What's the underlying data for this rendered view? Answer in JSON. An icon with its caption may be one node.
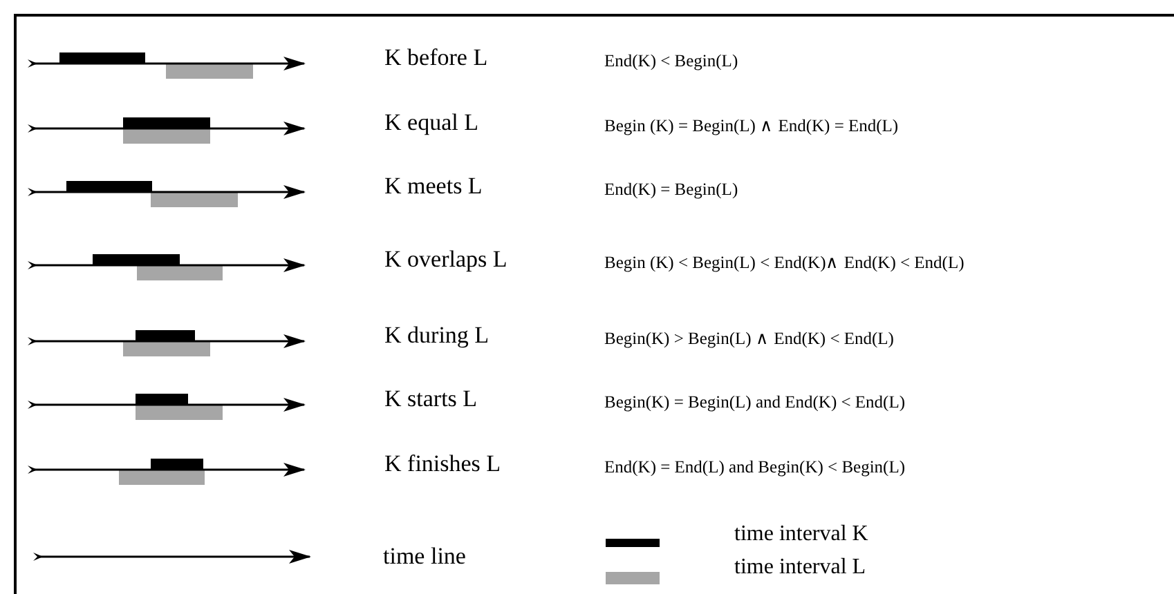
{
  "diagram": {
    "labels": [
      "K before L",
      "End(K) < Begin(L)",
      "K equal L",
      "Begin (K) = Begin(L) ∧ End(K) = End(L)",
      "K meets L",
      "End(K) = Begin(L)",
      "K overlaps L",
      "Begin (K) < Begin(L) <  End(K)∧ End(K) < End(L)",
      "K during L",
      "Begin(K) > Begin(L) ∧ End(K) < End(L)",
      "K starts L",
      "Begin(K) = Begin(L) and End(K) < End(L)",
      "K finishes L",
      "End(K) = End(L) and Begin(K) < Begin(L)",
      "time line"
    ],
    "legend": [
      {
        "text": "time interval K",
        "color": "#000000"
      },
      {
        "text": "time interval L",
        "color": "#a6a6a6"
      }
    ]
  }
}
